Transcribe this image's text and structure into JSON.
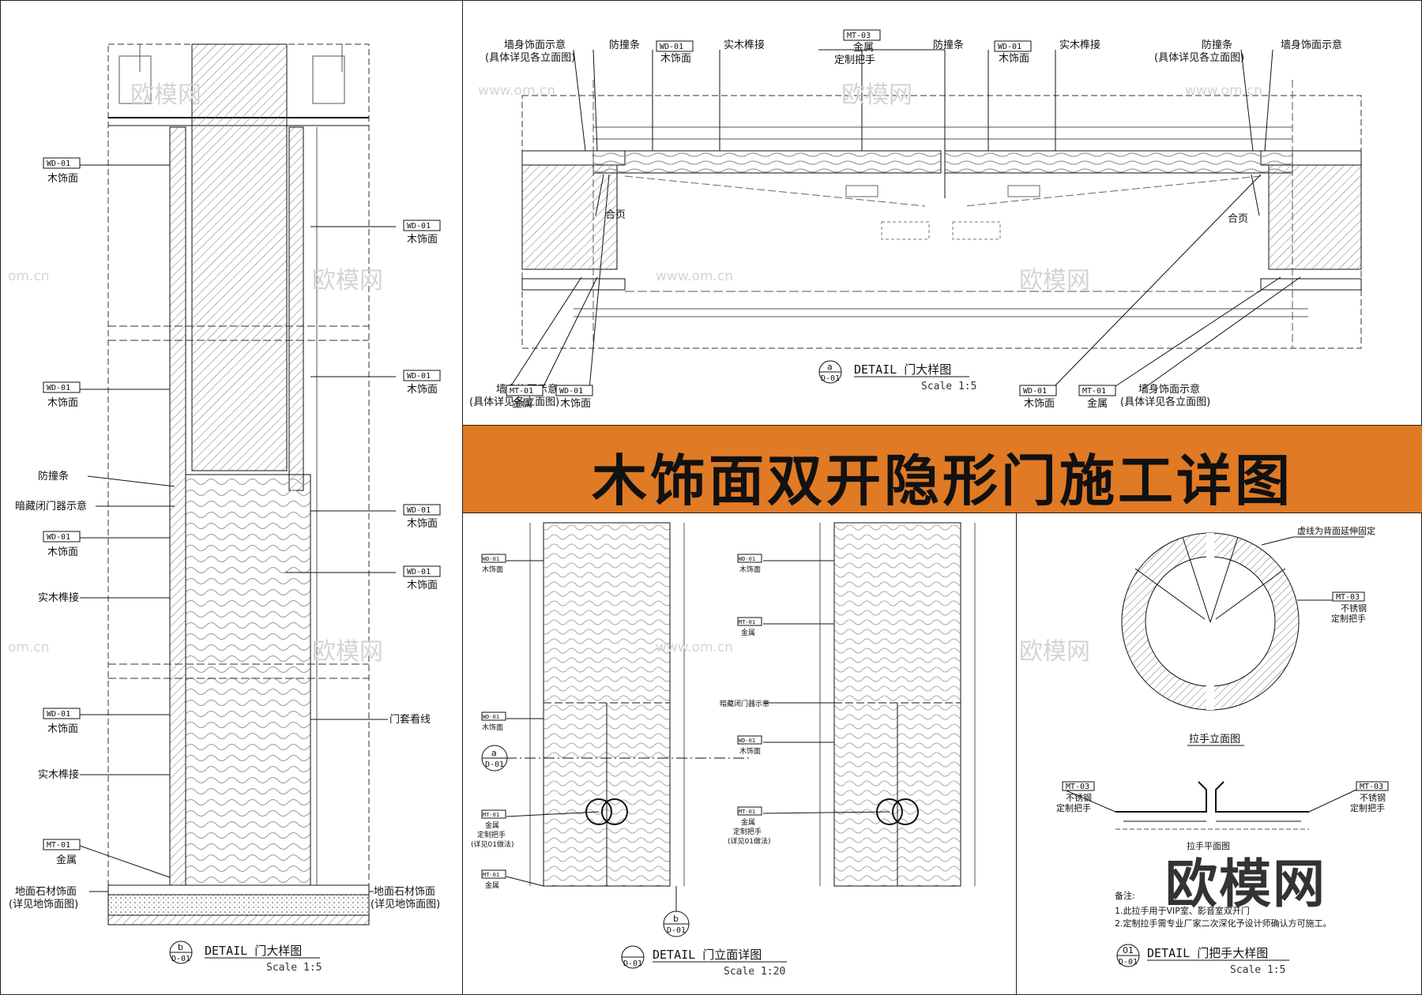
{
  "banner": {
    "title": "木饰面双开隐形门施工详图"
  },
  "brand": {
    "name": "欧模网"
  },
  "watermarks": {
    "cn": "欧模网",
    "en": "www.om.cn",
    "en_short": "om.cn"
  },
  "codes": {
    "wood": "WD-01",
    "metal": "MT-01",
    "steel": "MT-03",
    "detail_ref": "D-01"
  },
  "labels": {
    "wood_face": "木饰面",
    "metal": "金属",
    "bumper": "防撞条",
    "tenon": "实木榫接",
    "hinge": "合页",
    "closer": "暗藏闭门器示意",
    "casing": "门套看线",
    "floor_1": "地面石材饰面",
    "floor_2": "(详见地饰面图)",
    "wall_1": "墙身饰面示意",
    "wall_2": "(具体详见各立面图)",
    "custom_handle": "定制把手",
    "stainless": "不锈钢",
    "dashed_note": "虚线为背面延伸固定",
    "handle_elev": "拉手立面图",
    "handle_plan": "拉手平面图",
    "detail01_note": "(详见01做法)"
  },
  "notes": {
    "heading": "备注:",
    "line1": "1.此拉手用于VIP室、影音室双开门",
    "line2": "2.定制拉手需专业厂家二次深化予设计师确认方可施工。"
  },
  "titles": {
    "b": {
      "marker": "b",
      "ref": "D-01",
      "text": "DETAIL 门大样图",
      "scale": "Scale 1:5"
    },
    "a": {
      "marker": "a",
      "ref": "D-01",
      "text": "DETAIL 门大样图",
      "scale": "Scale 1:5"
    },
    "elev": {
      "marker": "",
      "ref": "D-01",
      "text": "DETAIL 门立面详图",
      "scale": "Scale 1:20"
    },
    "handle": {
      "marker": "01",
      "ref": "D-01",
      "text": "DETAIL 门把手大样图",
      "scale": "Scale 1:5"
    }
  },
  "section_markers": {
    "a": "a",
    "b": "b"
  }
}
